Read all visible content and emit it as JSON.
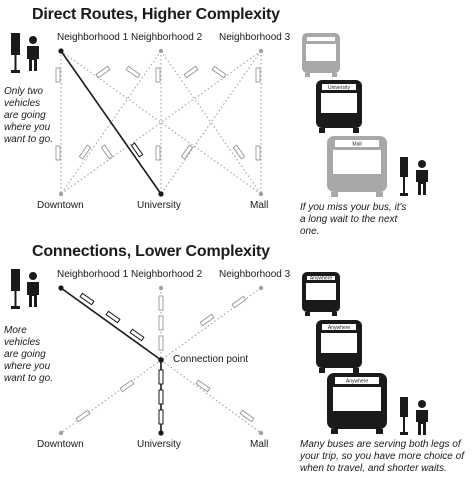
{
  "top": {
    "title": "Direct Routes, Higher Complexity",
    "nodes": {
      "n1": "Neighborhood 1",
      "n2": "Neighborhood 2",
      "n3": "Neighborhood 3",
      "downtown": "Downtown",
      "university": "University",
      "mall": "Mall"
    },
    "left_note": "Only two vehicles are going where you want to go.",
    "right_note": "If you miss your bus, it's a long wait to the next one.",
    "bus_signs": [
      "",
      "University",
      "Mall"
    ]
  },
  "bottom": {
    "title": "Connections, Lower Complexity",
    "nodes": {
      "n1": "Neighborhood 1",
      "n2": "Neighborhood 2",
      "n3": "Neighborhood 3",
      "downtown": "Downtown",
      "university": "University",
      "mall": "Mall",
      "connection": "Connection point"
    },
    "left_note": "More vehicles are going where you want to go.",
    "right_note": "Many buses are serving both legs of your trip, so you have more choice of when to travel, and shorter waits.",
    "bus_signs": [
      "Anywhere",
      "Anywhere",
      "Anywhere"
    ]
  },
  "colors": {
    "dark": "#1a1a1a",
    "gray": "#a0a0a0",
    "light_gray": "#bdbdbd"
  },
  "icons": [
    "bus-stop-sign-icon",
    "person-icon",
    "bus-icon"
  ]
}
